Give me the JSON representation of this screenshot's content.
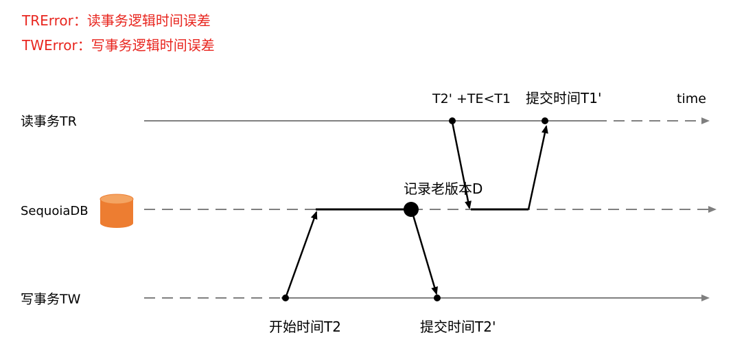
{
  "legend": {
    "tr_error": "TRError：读事务逻辑时间误差",
    "tw_error": "TWError：写事务逻辑时间误差"
  },
  "rows": {
    "tr": "读事务TR",
    "db": "SequoiaDB",
    "tw": "写事务TW"
  },
  "annotations": {
    "time": "time",
    "t2_te_lt_t1": "T2' +TE<T1",
    "commit_t1": "提交时间T1'",
    "record_old_version": "记录老版本D",
    "start_t2": "开始时间T2",
    "commit_t2": "提交时间T2'"
  },
  "colors": {
    "legend_text": "#e8261f",
    "timeline": "#7f7f7f",
    "db_icon": "#ed7d31"
  },
  "icons": {
    "db": "database-cylinder-icon"
  }
}
